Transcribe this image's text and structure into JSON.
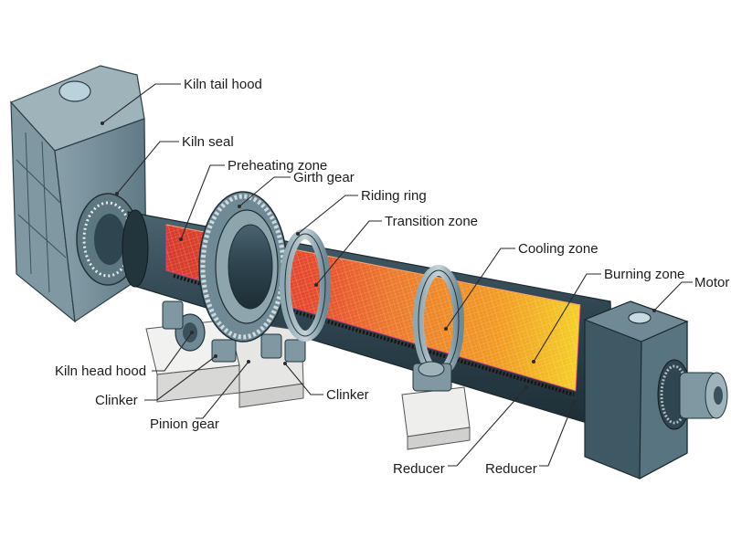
{
  "labels": {
    "kiln_tail_hood": "Kiln tail hood",
    "kiln_seal": "Kiln seal",
    "preheating_zone": "Preheating zone",
    "girth_gear": "Girth gear",
    "riding_ring": "Riding ring",
    "transition_zone": "Transition zone",
    "cooling_zone": "Cooling zone",
    "burning_zone": "Burning zone",
    "motor": "Motor",
    "kiln_head_hood": "Kiln head hood",
    "clinker_left": "Clinker",
    "pinion_gear": "Pinion gear",
    "clinker_right": "Clinker",
    "reducer_left": "Reducer",
    "reducer_right": "Reducer"
  },
  "colors": {
    "shell": "#2f4550",
    "hood": "#6d8893",
    "support": "#e8e8e6",
    "preheating": "#d8452c",
    "transition": "#e9702e",
    "cooling": "#f19a22",
    "burning": "#f2c21b"
  },
  "icons": [
    "gear-icon",
    "motor-icon"
  ]
}
